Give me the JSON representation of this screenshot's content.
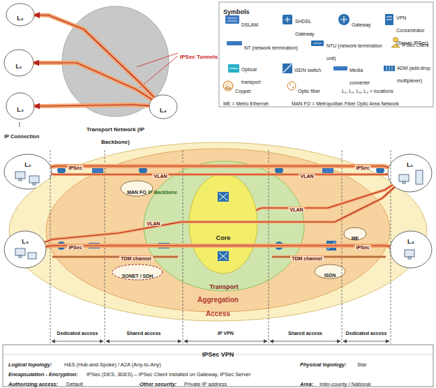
{
  "diagram": {
    "nodes": [
      {
        "text": [
          "L₂"
        ]
      },
      {
        "text": [
          "Transport Network (IP Backbone)"
        ]
      },
      {
        "text": [
          "L₁"
        ]
      },
      {
        "text": [
          "L₃"
        ]
      },
      {
        "text": [
          "L₄"
        ]
      },
      {
        "text": [
          "L₂"
        ]
      },
      {
        "text": [
          "Access"
        ]
      },
      {
        "text": [
          "Aggregation"
        ],
        "in": 6
      },
      {
        "text": [
          "MAN FO"
        ],
        "in": 7
      },
      {
        "text": [
          "ME"
        ],
        "in": 7
      },
      {
        "text": [
          "Transport"
        ],
        "in": 7
      },
      {
        "text": [
          "Core"
        ],
        "in": 10
      },
      {
        "text": [
          "SONET / SDH"
        ],
        "in": 7
      },
      {
        "text": [
          "ISDN"
        ],
        "in": 7
      },
      {
        "text": [
          "L₁"
        ]
      },
      {
        "text": [
          "L₃"
        ]
      },
      {
        "text": [
          "L₄"
        ]
      }
    ],
    "edges": [
      {
        "from": 4,
        "to": 0,
        "arrow": "to"
      },
      {
        "from": 4,
        "to": 2,
        "arrow": "to"
      },
      {
        "from": 4,
        "to": 3,
        "arrow": "to"
      },
      {
        "from": 5,
        "to": 14,
        "arrow": "none",
        "label": "IPSec"
      },
      {
        "from": 5,
        "to": 14,
        "arrow": "none",
        "label": "VLAN"
      },
      {
        "from": 14,
        "to": 11,
        "arrow": "none",
        "label": "VLAN"
      },
      {
        "from": 14,
        "to": 15,
        "arrow": "none",
        "label": "VLAN"
      },
      {
        "from": 15,
        "to": 16,
        "arrow": "none",
        "label": "IPSec"
      }
    ],
    "labels": [
      "IPSec Tunnels",
      "IP Connection",
      "Symbols",
      "Cu",
      "L₁, L₂, L₃, L₄ = locations",
      "ME = Metro Ethernet",
      "MAN FO = Metropolitan Fiber Optic Area Network",
      "IPSec",
      "VLAN",
      "IPSec",
      "TDM channel",
      "TDM channel",
      "IP Backbone",
      "Dedicated access",
      "Shared access",
      "IP VPN",
      "Shared access",
      "Dedicated access",
      "IPSec VPN",
      "Logical topology:",
      "H&S (Hub-and-Spoke) / A2A (Any-to-Any)",
      "Physical topology:",
      "Star",
      "Encapsulation - Encryption:",
      "IPSec (DES, 3DES) – IPSec Client installed on Gateway, IPSec Server",
      "Authorizing access:",
      "Default",
      "Other security:",
      "Private IP address",
      "Area:",
      "Inter-county / National"
    ],
    "legend": [
      {
        "text": "DSLAM"
      },
      {
        "text": "SHDSL Gateway"
      },
      {
        "text": "Gateway"
      },
      {
        "text": "VPN Concentrator (Server IPSec)"
      },
      {
        "text": "NT (network termination)"
      },
      {
        "text": "NTU (network termination unit)"
      },
      {
        "text": "IPSec Client"
      },
      {
        "text": "Optical transport"
      },
      {
        "text": "ISDN switch"
      },
      {
        "text": "Media converter"
      },
      {
        "text": "ADM (add-drop multiplexer)"
      },
      {
        "text": "Copper"
      },
      {
        "text": "Optic fiber"
      }
    ]
  }
}
